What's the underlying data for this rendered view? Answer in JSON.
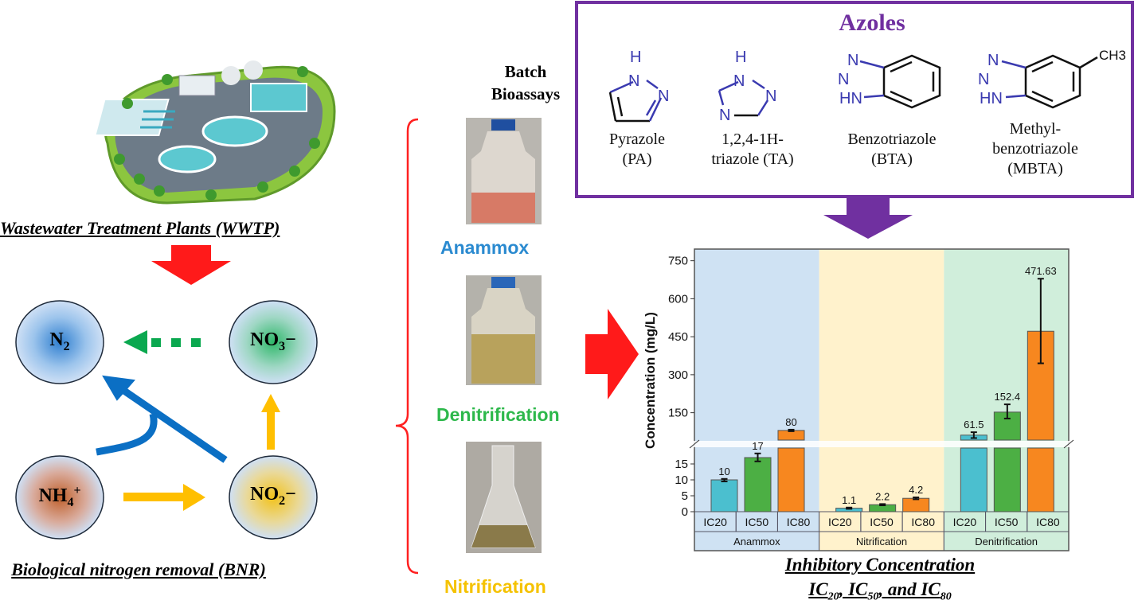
{
  "left": {
    "wwtp_title": "Wastewater Treatment Plants (WWTP)",
    "bnr_title": "Biological nitrogen removal (BNR)",
    "species": {
      "n2": {
        "main": "N",
        "sub": "2",
        "sup": ""
      },
      "no3": {
        "main": "NO",
        "sub": "3",
        "sup": "−"
      },
      "nh4": {
        "main": "NH",
        "sub": "4",
        "sup": "+"
      },
      "no2": {
        "main": "NO",
        "sub": "2",
        "sup": "−"
      }
    }
  },
  "middle": {
    "heading_line1": "Batch",
    "heading_line2": "Bioassays",
    "assays": [
      {
        "label": "Anammox",
        "color": "#2a8ad0"
      },
      {
        "label": "Denitrification",
        "color": "#2db84b"
      },
      {
        "label": "Nitrification",
        "color": "#f5c200"
      }
    ]
  },
  "azoles": {
    "title": "Azoles",
    "compounds": [
      {
        "name": "Pyrazole\n(PA)"
      },
      {
        "name": "1,2,4-1H-\ntriazole (TA)"
      },
      {
        "name": "Benzotriazole\n(BTA)"
      },
      {
        "name": "Methyl-\nbenzotriazole\n(MBTA)"
      }
    ],
    "atom_labels": {
      "h": "H",
      "n": "N",
      "hn": "HN",
      "ch3": "CH3"
    }
  },
  "bottom_title": {
    "line1": "Inhibitory Concentration",
    "line2_prefix": "IC",
    "s20": "20",
    "sep1": ", IC",
    "s50": "50",
    "sep2": ", and IC",
    "s80": "80"
  },
  "chart_data": {
    "type": "bar",
    "ylabel": "Concentration (mg/L)",
    "y_axis_break": true,
    "lower_ylim": [
      0,
      20
    ],
    "upper_ylim": [
      42,
      796
    ],
    "lower_ticks": [
      0,
      5,
      10,
      15
    ],
    "upper_ticks": [
      150,
      300,
      450,
      600,
      750
    ],
    "groups": [
      {
        "name": "Anammox",
        "bg": "#cfe2f3"
      },
      {
        "name": "Nitrification",
        "bg": "#fff2cc"
      },
      {
        "name": "Denitrification",
        "bg": "#d0eedb"
      }
    ],
    "categories": [
      "IC20",
      "IC50",
      "IC80"
    ],
    "colors": [
      "#4bbfcf",
      "#4caf44",
      "#f7871f"
    ],
    "values": [
      [
        10,
        17,
        80
      ],
      [
        1.1,
        2.2,
        4.2
      ],
      [
        61.5,
        152.4,
        471.63
      ]
    ],
    "labels": [
      [
        "10",
        "17",
        "80"
      ],
      [
        "1.1",
        "2.2",
        "4.2"
      ],
      [
        "61.5",
        "152.4",
        "471.63"
      ]
    ],
    "error_ranges": [
      [
        [
          9.5,
          10.3
        ],
        [
          15.8,
          18.3
        ],
        [
          77,
          83
        ]
      ],
      [
        [
          0.9,
          1.3
        ],
        [
          2.0,
          2.4
        ],
        [
          3.9,
          4.5
        ]
      ],
      [
        [
          50,
          73
        ],
        [
          127,
          183
        ],
        [
          345,
          679
        ]
      ]
    ]
  }
}
